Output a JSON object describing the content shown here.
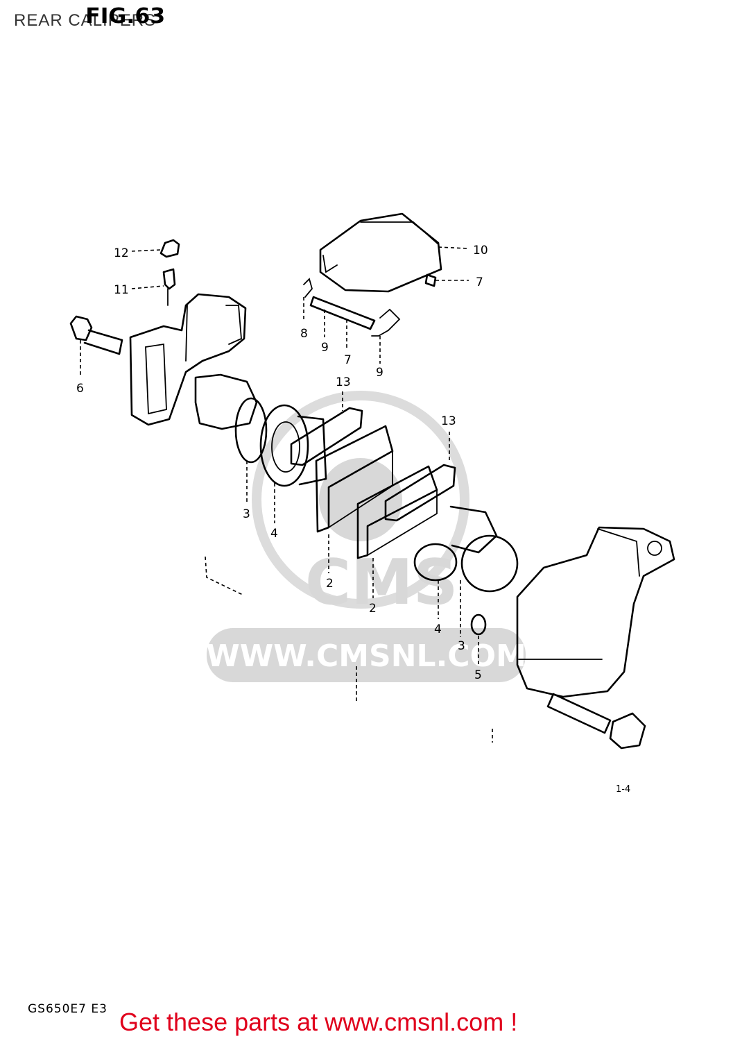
{
  "header": {
    "title": "REAR CALIPERS",
    "figure": "FIG.63"
  },
  "callouts": [
    "12",
    "11",
    "6",
    "10",
    "7",
    "8",
    "9",
    "7",
    "9",
    "13",
    "13",
    "3",
    "4",
    "2",
    "2",
    "4",
    "3",
    "5"
  ],
  "watermark": {
    "url_text": "WWW.CMSNL.COM",
    "logo_text": "CMS"
  },
  "page_number": "1-4",
  "model_code": "GS650E7  E3",
  "footer": {
    "banner": "Get these parts at www.cmsnl.com !",
    "color": "#e0001b"
  }
}
